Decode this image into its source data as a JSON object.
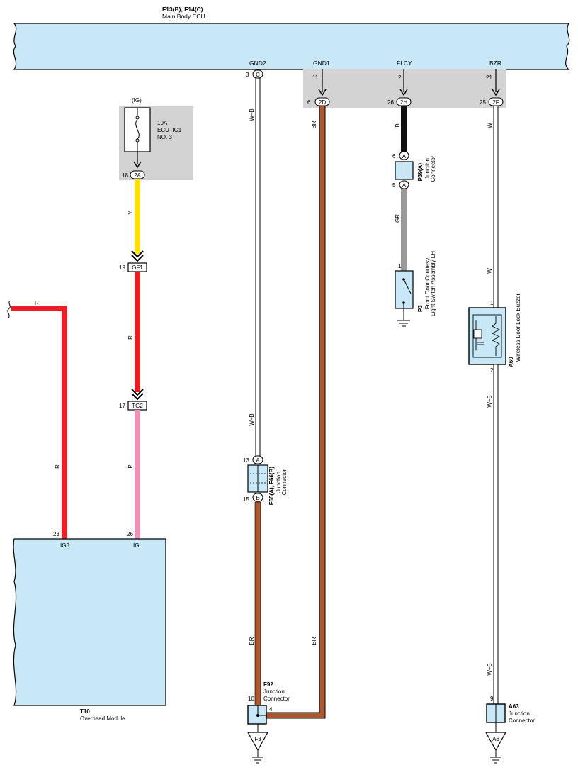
{
  "ecu": {
    "id": "F13(B), F14(C)",
    "name": "Main Body ECU"
  },
  "ecu_pins": [
    {
      "name": "GND2",
      "num": "3",
      "conn": "C"
    },
    {
      "name": "GND1",
      "num": "11",
      "conn": ""
    },
    {
      "name": "FLCY",
      "num": "2",
      "conn": ""
    },
    {
      "name": "BZR",
      "num": "21",
      "conn": ""
    }
  ],
  "jb_pins": [
    {
      "num": "6",
      "conn": "2D"
    },
    {
      "num": "26",
      "conn": "2H"
    },
    {
      "num": "25",
      "conn": "2F"
    }
  ],
  "fuse": {
    "tag": "(IG)",
    "amp": "10A",
    "name": "ECU–IG1",
    "no": "NO. 3",
    "out_num": "18",
    "out_conn": "2A"
  },
  "wire_colors": {
    "W-B": "#ffffff",
    "BR": "#a8572f",
    "B": "#111111",
    "GR": "#9a9a9a",
    "W": "#ffffff",
    "Y": "#ffe000",
    "R": "#ee1c25",
    "P": "#f08fb8"
  },
  "wire_labels": {
    "gnd2_top": "W–B",
    "gnd2_mid": "W–B",
    "gnd2_bottom": "BR",
    "gnd1_top": "BR",
    "gnd1_bottom": "BR",
    "flcy_top": "B",
    "flcy_bottom": "GR",
    "bzr_top": "W",
    "bzr_mid": "W",
    "bzr_low": "W–B",
    "bzr_bottom": "W–B",
    "ig_y": "Y",
    "ig_r": "R",
    "ig_p": "P",
    "ig3_r_top": "R",
    "ig3_r": "R"
  },
  "connectors": {
    "gf1": {
      "num": "19",
      "label": "GF1"
    },
    "tg2": {
      "num": "17",
      "label": "TG2"
    }
  },
  "p39": {
    "id": "P39(A)",
    "name_1": "Junction",
    "name_2": "Connector",
    "pin_top": "6",
    "pin_bottom": "5",
    "conn": "A"
  },
  "p3": {
    "id": "P3",
    "name_1": "Front Door Courtesy",
    "name_2": "Light Switch Assembly LH",
    "pin": "1"
  },
  "a60": {
    "id": "A60",
    "name": "Wireless Door Lock Buzzer",
    "pin_top": "1",
    "pin_bottom": "2"
  },
  "f65": {
    "id": "F65(A), F66(B)",
    "name_1": "Junction",
    "name_2": "Connector",
    "pin_top": "13",
    "conn_top": "A",
    "pin_bottom": "15",
    "conn_bottom": "B"
  },
  "t10": {
    "id": "T10",
    "name": "Overhead Module",
    "pin1_num": "23",
    "pin1_name": "IG3",
    "pin2_num": "26",
    "pin2_name": "IG"
  },
  "f92": {
    "id": "F92",
    "name_1": "Junction",
    "name_2": "Connector",
    "pin_top": "10",
    "pin_side": "4"
  },
  "a63": {
    "id": "A63",
    "name_1": "Junction",
    "name_2": "Connector",
    "pin_top": "9"
  },
  "grounds": {
    "f3": "F3",
    "a6": "A6"
  }
}
